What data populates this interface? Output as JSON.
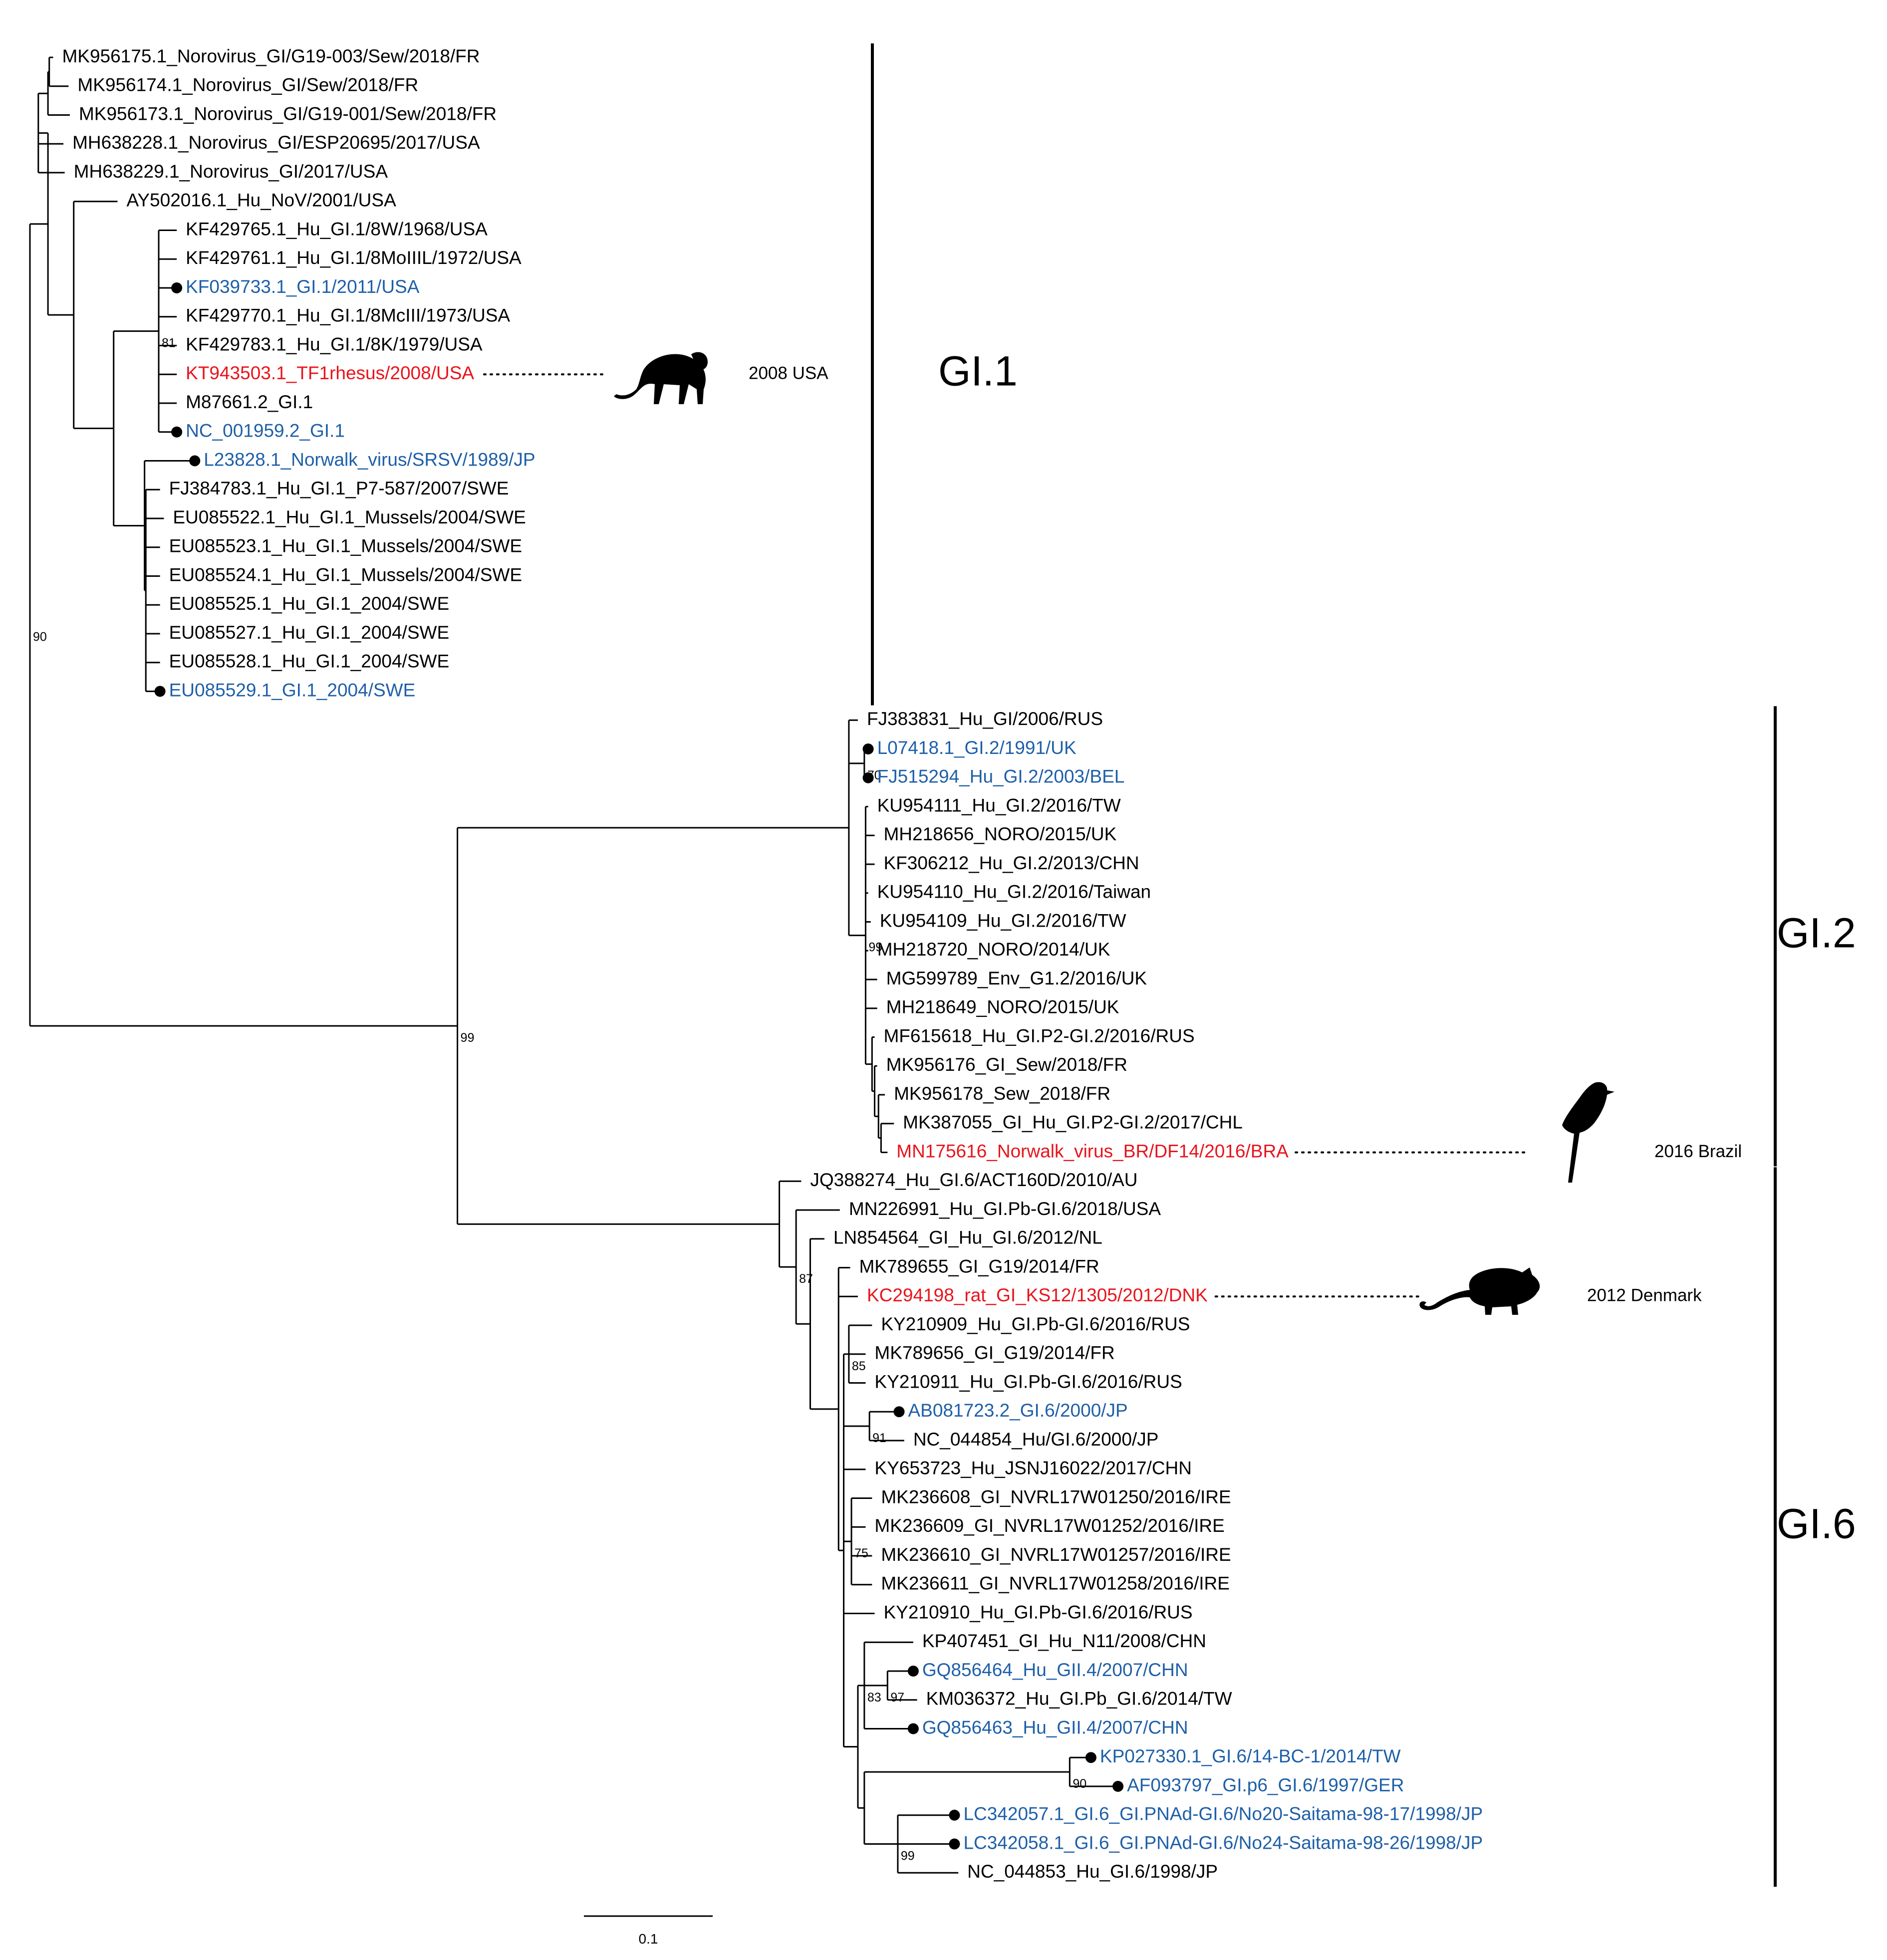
{
  "colors": {
    "branch": "#000000",
    "default_label": "#000000",
    "reference_label": "#1e5fa8",
    "animal_host_label": "#e8141b"
  },
  "tree": {
    "nodes": {
      "root": {
        "x": 0,
        "children": [
          "g1",
          "n99"
        ]
      },
      "g1": {
        "x": 0.014,
        "children": [
          "g1a",
          "ay"
        ]
      },
      "g1a": {
        "x": 0.0065,
        "children": [
          "g1b",
          "mh228",
          "mh229"
        ]
      },
      "g1b": {
        "x": 0.014,
        "children": [
          "g1c",
          "mk173"
        ]
      },
      "g1c": {
        "x": 0.015,
        "children": [
          "mk175",
          "mk174"
        ]
      },
      "ay": {
        "x": 0.034,
        "children": [
          "g1d",
          "AY502016.1_Hu_NoV/2001/USA"
        ]
      },
      "g1d": {
        "x": 0.065,
        "children": [
          "g1e",
          "g1g"
        ]
      },
      "g1e": {
        "x": 0.1,
        "children": [
          "KF429765.1_Hu_GI.1/8W/1968/USA",
          "KF429761.1_Hu_GI.1/8MoIIIL/1972/USA",
          "KF039733.1_GI.1/2011/USA",
          "KF429770.1_Hu_GI.1/8McIII/1973/USA",
          "KF429783.1_Hu_GI.1/8K/1979/USA",
          "KT943503.1_TF1rhesus/2008/USA",
          "M87661.2_GI.1",
          "NC_001959.2_GI.1"
        ]
      },
      "g1g": {
        "x": 0.089,
        "children": [
          "L23828.1_Norwalk_virus/SRSV/1989/JP",
          "g1h"
        ]
      },
      "g1h": {
        "x": 0.09,
        "children": [
          "FJ384783.1_Hu_GI.1_P7-587/2007/SWE",
          "EU085522.1_Hu_GI.1_Mussels/2004/SWE",
          "EU085523.1_Hu_GI.1_Mussels/2004/SWE",
          "EU085524.1_Hu_GI.1_Mussels/2004/SWE",
          "EU085525.1_Hu_GI.1_2004/SWE",
          "EU085527.1_Hu_GI.1_2004/SWE",
          "EU085528.1_Hu_GI.1_2004/SWE",
          "EU085529.1_GI.1_2004/SWE"
        ]
      },
      "mk175": {
        "x": 0.016,
        "children": [
          "MK956175.1_Norovirus_GI/G19-003/Sew/2018/FR"
        ]
      },
      "mk174": {
        "x": 0.017,
        "children": [
          "MK956174.1_Norovirus_GI/Sew/2018/FR"
        ]
      },
      "mk173": {
        "x": 0.031,
        "children": [
          "MK956173.1_Norovirus_GI/G19-001/Sew/2018/FR"
        ]
      },
      "mh228": {
        "x": 0.026,
        "children": [
          "MH638228.1_Norovirus_GI/ESP20695/2017/USA"
        ]
      },
      "mh229": {
        "x": 0.027,
        "children": [
          "MH638229.1_Norovirus_GI/2017/USA"
        ]
      },
      "n99": {
        "x": 0.332,
        "children": [
          "g2",
          "g6"
        ]
      },
      "g2": {
        "x": 0.636,
        "children": [
          "FJ383831_Hu_GI/2006/RUS",
          "g2a",
          "g2b"
        ]
      },
      "g2a": {
        "x": 0.648,
        "children": [
          "L07418.1_GI.2/1991/UK",
          "FJ515294_Hu_GI.2/2003/BEL"
        ]
      },
      "g2b": {
        "x": 0.649,
        "children": [
          "KU954111_Hu_GI.2/2016/TW",
          "MH218656_NORO/2015/UK",
          "KF306212_Hu_GI.2/2013/CHN",
          "KU954110_Hu_GI.2/2016/Taiwan",
          "KU954109_Hu_GI.2/2016/TW",
          "MH218720_NORO/2014/UK",
          "MG599789_Env_G1.2/2016/UK",
          "MH218649_NORO/2015/UK",
          "g2c"
        ]
      },
      "g2c": {
        "x": 0.654,
        "children": [
          "MF615618_Hu_GI.P2-GI.2/2016/RUS",
          "g2d"
        ]
      },
      "g2d": {
        "x": 0.656,
        "children": [
          "MK956176_GI_Sew/2018/FR",
          "g2e"
        ]
      },
      "g2e": {
        "x": 0.659,
        "children": [
          "MK956178_Sew_2018/FR",
          "g2f"
        ]
      },
      "g2f": {
        "x": 0.661,
        "children": [
          "MK387055_GI_Hu_GI.P2-GI.2/2017/CHL",
          "MN175616_Norwalk_virus_BR/DF14/2016/BRA"
        ]
      },
      "g6": {
        "x": 0.582,
        "children": [
          "JQ388274_Hu_GI.6/ACT160D/2010/AU",
          "g6a"
        ]
      },
      "g6a": {
        "x": 0.595,
        "children": [
          "MN226991_Hu_GI.Pb-GI.6/2018/USA",
          "g6b"
        ]
      },
      "g6b": {
        "x": 0.606,
        "children": [
          "LN854564_GI_Hu_GI.6/2012/NL",
          "g6c"
        ]
      },
      "g6c": {
        "x": 0.628,
        "children": [
          "MK789655_GI_G19/2014/FR",
          "KC294198_rat_GI_KS12/1305/2012/DNK",
          "g6d"
        ]
      },
      "g6d": {
        "x": 0.632,
        "children": [
          "g6e",
          "g6f",
          "KY653723_Hu_JSNJ16022/2017/CHN",
          "g6g",
          "KY210910_Hu_GI.Pb-GI.6/2016/RUS",
          "g6h"
        ]
      },
      "g6e": {
        "x": 0.636,
        "children": [
          "KY210909_Hu_GI.Pb-GI.6/2016/RUS",
          "MK789656_GI_G19/2014/FR",
          "KY210911_Hu_GI.Pb-GI.6/2016/RUS"
        ]
      },
      "g6f": {
        "x": 0.652,
        "children": [
          "AB081723.2_GI.6/2000/JP",
          "NC_044854_Hu/GI.6/2000/JP"
        ]
      },
      "g6g": {
        "x": 0.638,
        "children": [
          "MK236608_GI_NVRL17W01250/2016/IRE",
          "MK236609_GI_NVRL17W01252/2016/IRE",
          "MK236610_GI_NVRL17W01257/2016/IRE",
          "MK236611_GI_NVRL17W01258/2016/IRE"
        ]
      },
      "g6h": {
        "x": 0.643,
        "children": [
          "g6i",
          "g6l"
        ]
      },
      "g6i": {
        "x": 0.648,
        "children": [
          "KP407451_GI_Hu_N11/2008/CHN",
          "g6j",
          "GQ856463_Hu_GII.4/2007/CHN"
        ]
      },
      "g6j": {
        "x": 0.666,
        "children": [
          "GQ856464_Hu_GII.4/2007/CHN",
          "KM036372_Hu_GI.Pb_GI.6/2014/TW"
        ]
      },
      "g6l": {
        "x": 0.648,
        "children": [
          "g6m",
          "g6n"
        ]
      },
      "g6m": {
        "x": 0.8075,
        "children": [
          "KP027330.1_GI.6/14-BC-1/2014/TW",
          "AF093797_GI.p6_GI.6/1997/GER"
        ]
      },
      "g6n": {
        "x": 0.674,
        "children": [
          "LC342057.1_GI.6_GI.PNAd-GI.6/No20-Saitama-98-17/1998/JP",
          "LC342058.1_GI.6_GI.PNAd-GI.6/No24-Saitama-98-26/1998/JP",
          "NC_044853_Hu_GI.6/1998/JP"
        ]
      }
    },
    "leaves": [
      {
        "id": "MK956175.1_Norovirus_GI/G19-003/Sew/2018/FR",
        "x": 0.018,
        "label": "MK956175.1_Norovirus_GI/G19-003/Sew/2018/FR",
        "color": "default"
      },
      {
        "id": "MK956174.1_Norovirus_GI/Sew/2018/FR",
        "x": 0.03,
        "label": "MK956174.1_Norovirus_GI/Sew/2018/FR",
        "color": "default"
      },
      {
        "id": "MK956173.1_Norovirus_GI/G19-001/Sew/2018/FR",
        "x": 0.031,
        "label": "MK956173.1_Norovirus_GI/G19-001/Sew/2018/FR",
        "color": "default"
      },
      {
        "id": "MH638228.1_Norovirus_GI/ESP20695/2017/USA",
        "x": 0.026,
        "label": "MH638228.1_Norovirus_GI/ESP20695/2017/USA",
        "color": "default"
      },
      {
        "id": "MH638229.1_Norovirus_GI/2017/USA",
        "x": 0.027,
        "label": "MH638229.1_Norovirus_GI/2017/USA",
        "color": "default"
      },
      {
        "id": "AY502016.1_Hu_NoV/2001/USA",
        "x": 0.068,
        "label": "AY502016.1_Hu_NoV/2001/USA",
        "color": "default"
      },
      {
        "id": "KF429765.1_Hu_GI.1/8W/1968/USA",
        "x": 0.114,
        "label": "KF429765.1_Hu_GI.1/8W/1968/USA",
        "color": "default"
      },
      {
        "id": "KF429761.1_Hu_GI.1/8MoIIIL/1972/USA",
        "x": 0.114,
        "label": "KF429761.1_Hu_GI.1/8MoIIIL/1972/USA",
        "color": "default"
      },
      {
        "id": "KF039733.1_GI.1/2011/USA",
        "x": 0.114,
        "label": "KF039733.1_GI.1/2011/USA",
        "color": "reference",
        "dot": true
      },
      {
        "id": "KF429770.1_Hu_GI.1/8McIII/1973/USA",
        "x": 0.114,
        "label": "KF429770.1_Hu_GI.1/8McIII/1973/USA",
        "color": "default"
      },
      {
        "id": "KF429783.1_Hu_GI.1/8K/1979/USA",
        "x": 0.114,
        "label": "KF429783.1_Hu_GI.1/8K/1979/USA",
        "color": "default"
      },
      {
        "id": "KT943503.1_TF1rhesus/2008/USA",
        "x": 0.114,
        "label": "KT943503.1_TF1rhesus/2008/USA",
        "color": "animal"
      },
      {
        "id": "M87661.2_GI.1",
        "x": 0.114,
        "label": "M87661.2_GI.1",
        "color": "default"
      },
      {
        "id": "NC_001959.2_GI.1",
        "x": 0.114,
        "label": "NC_001959.2_GI.1",
        "color": "reference",
        "dot": true
      },
      {
        "id": "L23828.1_Norwalk_virus/SRSV/1989/JP",
        "x": 0.128,
        "label": "L23828.1_Norwalk_virus/SRSV/1989/JP",
        "color": "reference",
        "dot": true
      },
      {
        "id": "FJ384783.1_Hu_GI.1_P7-587/2007/SWE",
        "x": 0.101,
        "label": "FJ384783.1_Hu_GI.1_P7-587/2007/SWE",
        "color": "default"
      },
      {
        "id": "EU085522.1_Hu_GI.1_Mussels/2004/SWE",
        "x": 0.104,
        "label": "EU085522.1_Hu_GI.1_Mussels/2004/SWE",
        "color": "default"
      },
      {
        "id": "EU085523.1_Hu_GI.1_Mussels/2004/SWE",
        "x": 0.101,
        "label": "EU085523.1_Hu_GI.1_Mussels/2004/SWE",
        "color": "default"
      },
      {
        "id": "EU085524.1_Hu_GI.1_Mussels/2004/SWE",
        "x": 0.101,
        "label": "EU085524.1_Hu_GI.1_Mussels/2004/SWE",
        "color": "default"
      },
      {
        "id": "EU085525.1_Hu_GI.1_2004/SWE",
        "x": 0.101,
        "label": "EU085525.1_Hu_GI.1_2004/SWE",
        "color": "default"
      },
      {
        "id": "EU085527.1_Hu_GI.1_2004/SWE",
        "x": 0.101,
        "label": "EU085527.1_Hu_GI.1_2004/SWE",
        "color": "default"
      },
      {
        "id": "EU085528.1_Hu_GI.1_2004/SWE",
        "x": 0.101,
        "label": "EU085528.1_Hu_GI.1_2004/SWE",
        "color": "default"
      },
      {
        "id": "EU085529.1_GI.1_2004/SWE",
        "x": 0.101,
        "label": "EU085529.1_GI.1_2004/SWE",
        "color": "reference",
        "dot": true
      },
      {
        "id": "FJ383831_Hu_GI/2006/RUS",
        "x": 0.643,
        "label": "FJ383831_Hu_GI/2006/RUS",
        "color": "default"
      },
      {
        "id": "L07418.1_GI.2/1991/UK",
        "x": 0.651,
        "label": "L07418.1_GI.2/1991/UK",
        "color": "reference",
        "dot": true
      },
      {
        "id": "FJ515294_Hu_GI.2/2003/BEL",
        "x": 0.651,
        "label": "FJ515294_Hu_GI.2/2003/BEL",
        "color": "reference",
        "dot": true
      },
      {
        "id": "KU954111_Hu_GI.2/2016/TW",
        "x": 0.651,
        "label": "KU954111_Hu_GI.2/2016/TW",
        "color": "default"
      },
      {
        "id": "MH218656_NORO/2015/UK",
        "x": 0.656,
        "label": "MH218656_NORO/2015/UK",
        "color": "default"
      },
      {
        "id": "KF306212_Hu_GI.2/2013/CHN",
        "x": 0.656,
        "label": "KF306212_Hu_GI.2/2013/CHN",
        "color": "default"
      },
      {
        "id": "KU954110_Hu_GI.2/2016/Taiwan",
        "x": 0.651,
        "label": "KU954110_Hu_GI.2/2016/Taiwan",
        "color": "default"
      },
      {
        "id": "KU954109_Hu_GI.2/2016/TW",
        "x": 0.653,
        "label": "KU954109_Hu_GI.2/2016/TW",
        "color": "default"
      },
      {
        "id": "MH218720_NORO/2014/UK",
        "x": 0.651,
        "label": "MH218720_NORO/2014/UK",
        "color": "default"
      },
      {
        "id": "MG599789_Env_G1.2/2016/UK",
        "x": 0.658,
        "label": "MG599789_Env_G1.2/2016/UK",
        "color": "default"
      },
      {
        "id": "MH218649_NORO/2015/UK",
        "x": 0.658,
        "label": "MH218649_NORO/2015/UK",
        "color": "default"
      },
      {
        "id": "MF615618_Hu_GI.P2-GI.2/2016/RUS",
        "x": 0.656,
        "label": "MF615618_Hu_GI.P2-GI.2/2016/RUS",
        "color": "default"
      },
      {
        "id": "MK956176_GI_Sew/2018/FR",
        "x": 0.658,
        "label": "MK956176_GI_Sew/2018/FR",
        "color": "default"
      },
      {
        "id": "MK956178_Sew_2018/FR",
        "x": 0.664,
        "label": "MK956178_Sew_2018/FR",
        "color": "default"
      },
      {
        "id": "MK387055_GI_Hu_GI.P2-GI.2/2017/CHL",
        "x": 0.671,
        "label": "MK387055_GI_Hu_GI.P2-GI.2/2017/CHL",
        "color": "default"
      },
      {
        "id": "MN175616_Norwalk_virus_BR/DF14/2016/BRA",
        "x": 0.666,
        "label": "MN175616_Norwalk_virus_BR/DF14/2016/BRA",
        "color": "animal"
      },
      {
        "id": "JQ388274_Hu_GI.6/ACT160D/2010/AU",
        "x": 0.599,
        "label": "JQ388274_Hu_GI.6/ACT160D/2010/AU",
        "color": "default"
      },
      {
        "id": "MN226991_Hu_GI.Pb-GI.6/2018/USA",
        "x": 0.629,
        "label": "MN226991_Hu_GI.Pb-GI.6/2018/USA",
        "color": "default"
      },
      {
        "id": "LN854564_GI_Hu_GI.6/2012/NL",
        "x": 0.617,
        "label": "LN854564_GI_Hu_GI.6/2012/NL",
        "color": "default"
      },
      {
        "id": "MK789655_GI_G19/2014/FR",
        "x": 0.637,
        "label": "MK789655_GI_G19/2014/FR",
        "color": "default"
      },
      {
        "id": "KC294198_rat_GI_KS12/1305/2012/DNK",
        "x": 0.643,
        "label": "KC294198_rat_GI_KS12/1305/2012/DNK",
        "color": "animal"
      },
      {
        "id": "KY210909_Hu_GI.Pb-GI.6/2016/RUS",
        "x": 0.654,
        "label": "KY210909_Hu_GI.Pb-GI.6/2016/RUS",
        "color": "default"
      },
      {
        "id": "MK789656_GI_G19/2014/FR",
        "x": 0.649,
        "label": "MK789656_GI_G19/2014/FR",
        "color": "default"
      },
      {
        "id": "KY210911_Hu_GI.Pb-GI.6/2016/RUS",
        "x": 0.649,
        "label": "KY210911_Hu_GI.Pb-GI.6/2016/RUS",
        "color": "default"
      },
      {
        "id": "AB081723.2_GI.6/2000/JP",
        "x": 0.675,
        "label": "AB081723.2_GI.6/2000/JP",
        "color": "reference",
        "dot": true
      },
      {
        "id": "NC_044854_Hu/GI.6/2000/JP",
        "x": 0.679,
        "label": "NC_044854_Hu/GI.6/2000/JP",
        "color": "default"
      },
      {
        "id": "KY653723_Hu_JSNJ16022/2017/CHN",
        "x": 0.649,
        "label": "KY653723_Hu_JSNJ16022/2017/CHN",
        "color": "default"
      },
      {
        "id": "MK236608_GI_NVRL17W01250/2016/IRE",
        "x": 0.654,
        "label": "MK236608_GI_NVRL17W01250/2016/IRE",
        "color": "default"
      },
      {
        "id": "MK236609_GI_NVRL17W01252/2016/IRE",
        "x": 0.649,
        "label": "MK236609_GI_NVRL17W01252/2016/IRE",
        "color": "default"
      },
      {
        "id": "MK236610_GI_NVRL17W01257/2016/IRE",
        "x": 0.654,
        "label": "MK236610_GI_NVRL17W01257/2016/IRE",
        "color": "default"
      },
      {
        "id": "MK236611_GI_NVRL17W01258/2016/IRE",
        "x": 0.654,
        "label": "MK236611_GI_NVRL17W01258/2016/IRE",
        "color": "default"
      },
      {
        "id": "KY210910_Hu_GI.Pb-GI.6/2016/RUS",
        "x": 0.656,
        "label": "KY210910_Hu_GI.Pb-GI.6/2016/RUS",
        "color": "default"
      },
      {
        "id": "KP407451_GI_Hu_N11/2008/CHN",
        "x": 0.686,
        "label": "KP407451_GI_Hu_N11/2008/CHN",
        "color": "default"
      },
      {
        "id": "GQ856464_Hu_GII.4/2007/CHN",
        "x": 0.686,
        "label": "GQ856464_Hu_GII.4/2007/CHN",
        "color": "reference",
        "dot": true
      },
      {
        "id": "KM036372_Hu_GI.Pb_GI.6/2014/TW",
        "x": 0.689,
        "label": "KM036372_Hu_GI.Pb_GI.6/2014/TW",
        "color": "default"
      },
      {
        "id": "GQ856463_Hu_GII.4/2007/CHN",
        "x": 0.686,
        "label": "GQ856463_Hu_GII.4/2007/CHN",
        "color": "reference",
        "dot": true
      },
      {
        "id": "KP027330.1_GI.6/14-BC-1/2014/TW",
        "x": 0.824,
        "label": "KP027330.1_GI.6/14-BC-1/2014/TW",
        "color": "reference",
        "dot": true
      },
      {
        "id": "AF093797_GI.p6_GI.6/1997/GER",
        "x": 0.845,
        "label": "AF093797_GI.p6_GI.6/1997/GER",
        "color": "reference",
        "dot": true
      },
      {
        "id": "LC342057.1_GI.6_GI.PNAd-GI.6/No20-Saitama-98-17/1998/JP",
        "x": 0.718,
        "label": "LC342057.1_GI.6_GI.PNAd-GI.6/No20-Saitama-98-17/1998/JP",
        "color": "reference",
        "dot": true
      },
      {
        "id": "LC342058.1_GI.6_GI.PNAd-GI.6/No24-Saitama-98-26/1998/JP",
        "x": 0.718,
        "label": "LC342058.1_GI.6_GI.PNAd-GI.6/No24-Saitama-98-26/1998/JP",
        "color": "reference",
        "dot": true
      },
      {
        "id": "NC_044853_Hu_GI.6/1998/JP",
        "x": 0.721,
        "label": "NC_044853_Hu_GI.6/1998/JP",
        "color": "default"
      }
    ],
    "bootstrap": [
      {
        "node": "g1e",
        "value": "81"
      },
      {
        "node": "root",
        "value": "90"
      },
      {
        "node": "n99",
        "value": "99"
      },
      {
        "node": "g2a",
        "value": "70"
      },
      {
        "node": "g2b",
        "value": "99"
      },
      {
        "node": "g6a",
        "value": "87"
      },
      {
        "node": "g6e",
        "value": "85"
      },
      {
        "node": "g6f",
        "value": "91"
      },
      {
        "node": "g6g",
        "value": "75"
      },
      {
        "node": "g6j",
        "value": "97"
      },
      {
        "node": "g6i",
        "value": "83"
      },
      {
        "node": "g6m",
        "value": "90"
      },
      {
        "node": "g6n",
        "value": "99"
      }
    ],
    "clades": [
      {
        "name": "GI.1",
        "from": "MK956175.1_Norovirus_GI/G19-003/Sew/2018/FR",
        "to": "EU085529.1_GI.1_2004/SWE"
      },
      {
        "name": "GI.2",
        "from": "FJ383831_Hu_GI/2006/RUS",
        "to": "MN175616_Norwalk_virus_BR/DF14/2016/BRA"
      },
      {
        "name": "GI.6",
        "from": "JQ388274_Hu_GI.6/ACT160D/2010/AU",
        "to": "NC_044853_Hu_GI.6/1998/JP"
      }
    ],
    "hosts": [
      {
        "leaf": "KT943503.1_TF1rhesus/2008/USA",
        "animal": "monkey",
        "label": "2008 USA"
      },
      {
        "leaf": "MN175616_Norwalk_virus_BR/DF14/2016/BRA",
        "animal": "bird",
        "label": "2016 Brazil"
      },
      {
        "leaf": "KC294198_rat_GI_KS12/1305/2012/DNK",
        "animal": "rat",
        "label": "2012 Denmark"
      }
    ],
    "scale_bar": {
      "length": 0.1,
      "label": "0.1"
    }
  }
}
